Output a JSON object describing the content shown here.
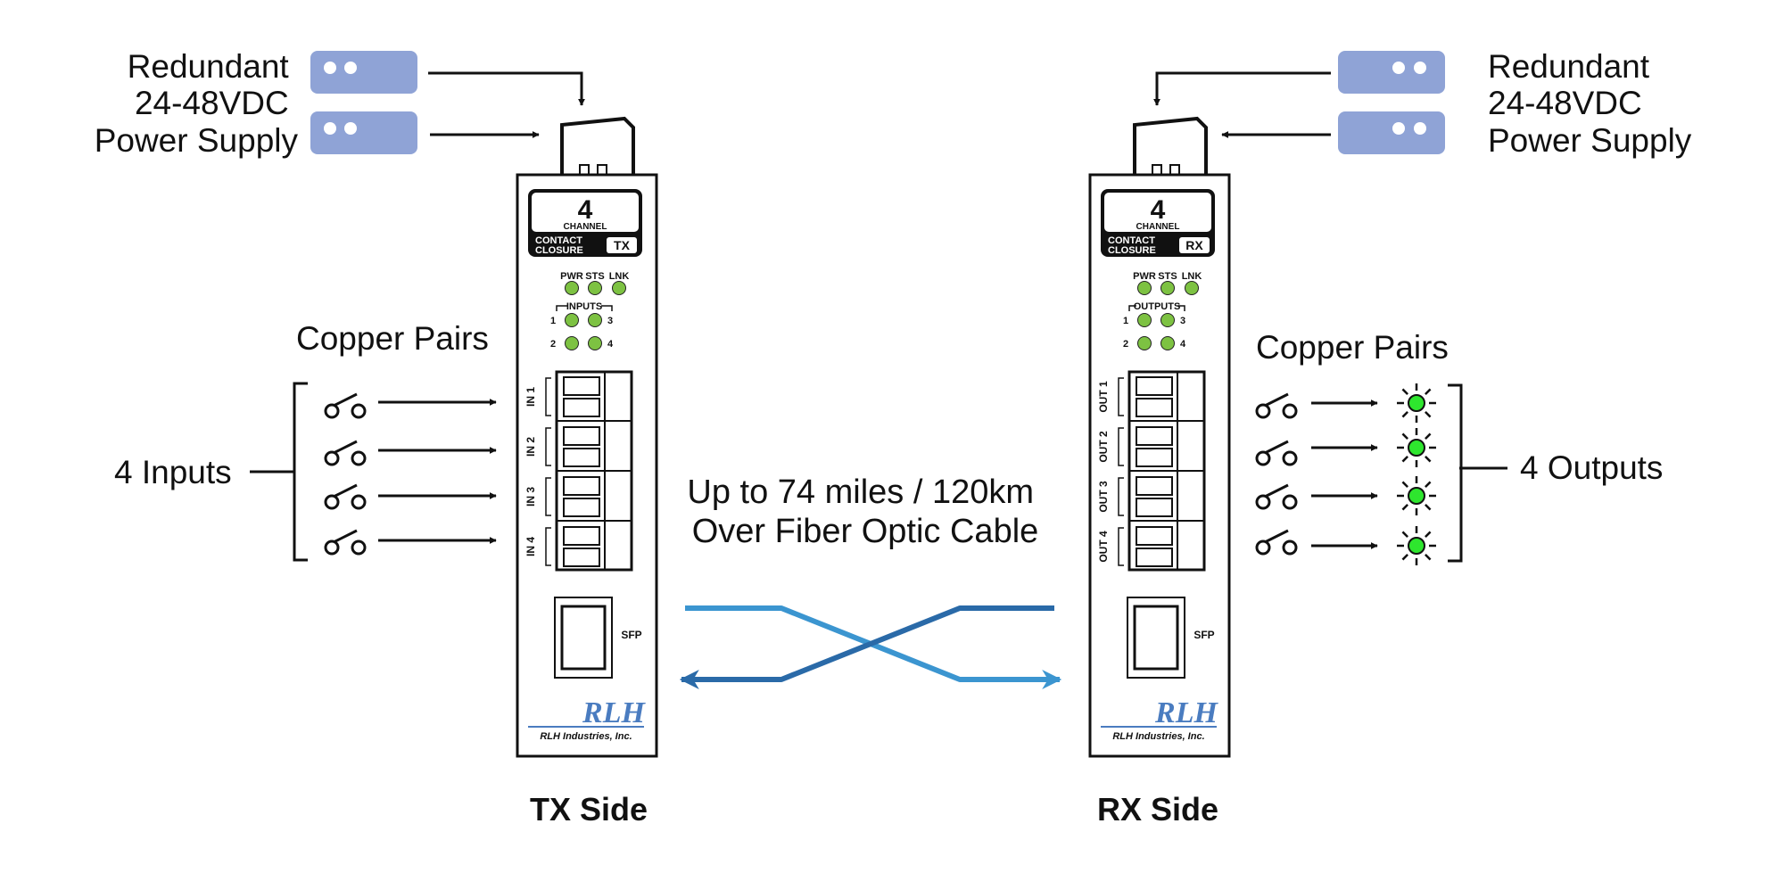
{
  "power": {
    "left_lines": [
      "Redundant",
      "24-48VDC",
      "Power Supply"
    ],
    "right_lines": [
      "Redundant",
      "24-48VDC",
      "Power Supply"
    ]
  },
  "fiber_caption": [
    "Up to 74 miles / 120km",
    "Over Fiber Optic Cable"
  ],
  "tx": {
    "side_label": "TX Side",
    "copper_label": "Copper Pairs",
    "group_label": "4 Inputs",
    "badge_number": "4",
    "badge_channel": "CHANNEL",
    "badge_line1": "CONTACT",
    "badge_line2": "CLOSURE",
    "badge_mode": "TX",
    "status_leds": [
      "PWR",
      "STS",
      "LNK"
    ],
    "io_header": "INPUTS",
    "io_numbers": [
      "1",
      "3",
      "2",
      "4"
    ],
    "terminal_labels": [
      "IN 1",
      "IN 2",
      "IN 3",
      "IN 4"
    ],
    "sfp_label": "SFP",
    "brand_logo": "RLH",
    "brand_name": "RLH Industries, Inc."
  },
  "rx": {
    "side_label": "RX Side",
    "copper_label": "Copper Pairs",
    "group_label": "4 Outputs",
    "badge_number": "4",
    "badge_channel": "CHANNEL",
    "badge_line1": "CONTACT",
    "badge_line2": "CLOSURE",
    "badge_mode": "RX",
    "status_leds": [
      "PWR",
      "STS",
      "LNK"
    ],
    "io_header": "OUTPUTS",
    "io_numbers": [
      "1",
      "3",
      "2",
      "4"
    ],
    "terminal_labels": [
      "OUT 1",
      "OUT 2",
      "OUT 3",
      "OUT 4"
    ],
    "sfp_label": "SFP",
    "brand_logo": "RLH",
    "brand_name": "RLH Industries, Inc."
  },
  "colors": {
    "power_supply": "#8fa3d6",
    "led": "#7dc242",
    "output_led": "#2ee62e",
    "fiber_dark": "#2a6aa8",
    "fiber_light": "#3b95d0",
    "logo": "#4a7cc0"
  }
}
